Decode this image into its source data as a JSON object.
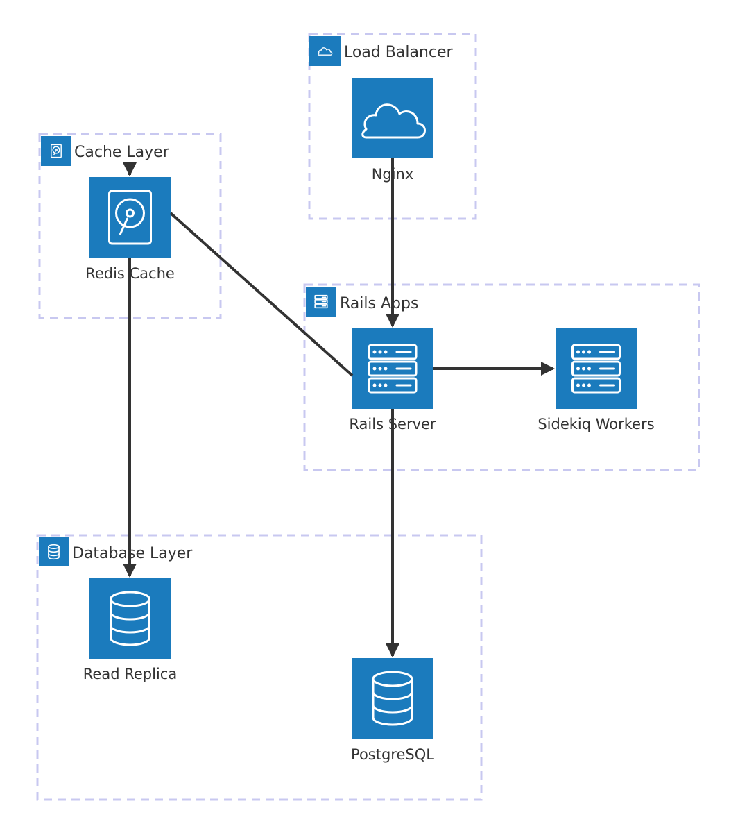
{
  "colors": {
    "node_fill": "#1b7bbd",
    "group_border": "#c8c8f0",
    "edge": "#333333",
    "text": "#333333"
  },
  "groups": {
    "load_balancer": {
      "label": "Load Balancer",
      "icon": "cloud-icon"
    },
    "cache_layer": {
      "label": "Cache Layer",
      "icon": "hard-drive-icon"
    },
    "rails_apps": {
      "label": "Rails Apps",
      "icon": "server-icon"
    },
    "database_layer": {
      "label": "Database Layer",
      "icon": "database-icon"
    }
  },
  "nodes": {
    "nginx": {
      "label": "Nginx",
      "icon": "cloud-icon"
    },
    "redis_cache": {
      "label": "Redis Cache",
      "icon": "hard-drive-icon"
    },
    "rails_server": {
      "label": "Rails Server",
      "icon": "server-icon"
    },
    "sidekiq_workers": {
      "label": "Sidekiq Workers",
      "icon": "server-icon"
    },
    "read_replica": {
      "label": "Read Replica",
      "icon": "database-icon"
    },
    "postgresql": {
      "label": "PostgreSQL",
      "icon": "database-icon"
    }
  },
  "edges": [
    {
      "from": "Nginx",
      "to": "Rails Server",
      "arrow": true
    },
    {
      "from": "Rails Server",
      "to": "Sidekiq Workers",
      "arrow": true
    },
    {
      "from": "Rails Server",
      "to": "Redis Cache",
      "arrow": true
    },
    {
      "from": "Redis Cache",
      "to": "Read Replica",
      "arrow": true
    },
    {
      "from": "Rails Server",
      "to": "PostgreSQL",
      "arrow": true
    }
  ]
}
